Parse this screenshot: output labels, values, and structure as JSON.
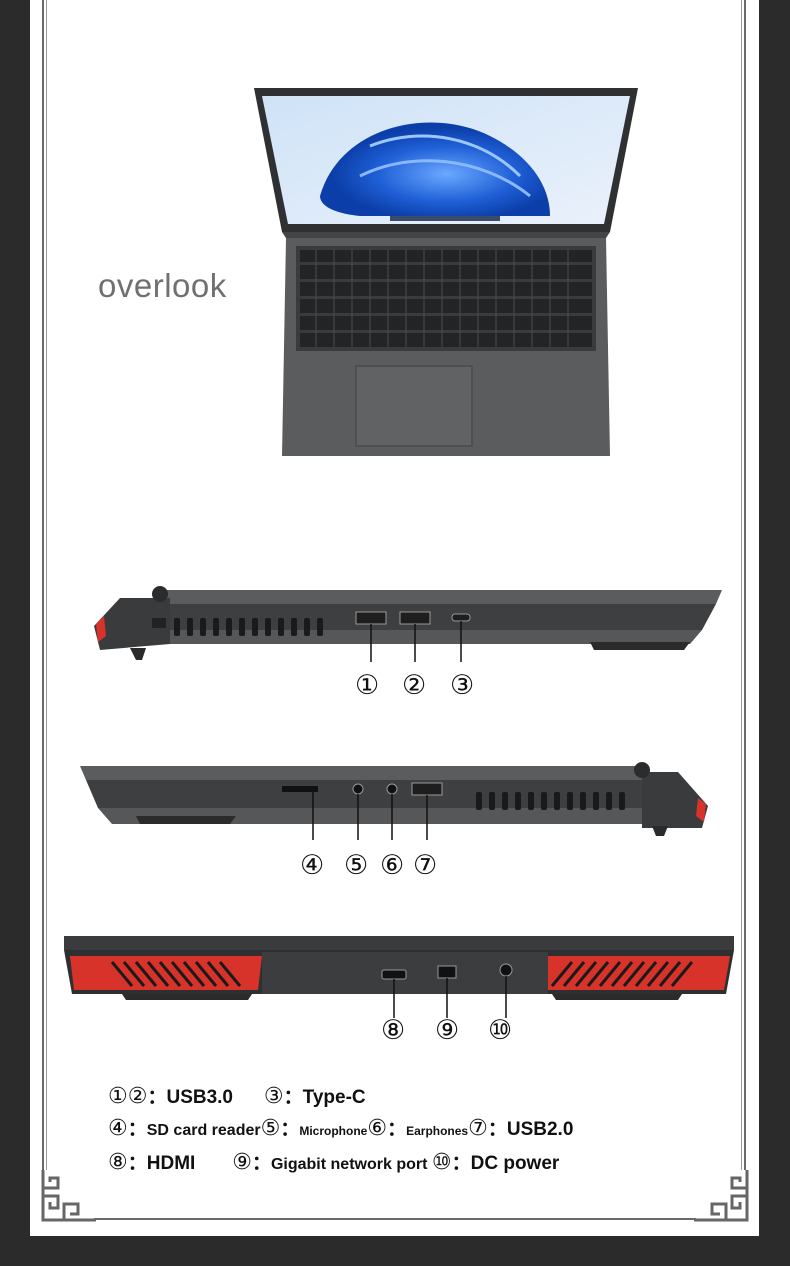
{
  "overview_label": "overlook",
  "callout_numbers": {
    "n1": "①",
    "n2": "②",
    "n3": "③",
    "n4": "④",
    "n5": "⑤",
    "n6": "⑥",
    "n7": "⑦",
    "n8": "⑧",
    "n9": "⑨",
    "n10": "⑩"
  },
  "legend": {
    "row1": {
      "nums": "①②",
      "sep1": "：",
      "usb30": "USB3.0",
      "num3": "③",
      "sep3": "：",
      "typec": "Type-C"
    },
    "row2": {
      "num4": "④",
      "sep4": "：",
      "sd": "SD card reader",
      "num5": "⑤",
      "sep5": "：",
      "mic": "Microphone",
      "num6": "⑥",
      "sep6": "：",
      "ear": "Earphones",
      "num7": "⑦",
      "sep7": "：",
      "usb20": "USB2.0"
    },
    "row3": {
      "num8": "⑧",
      "sep8": "：",
      "hdmi": "HDMI",
      "num9": "⑨",
      "sep9": "：",
      "lan": "Gigabit network port",
      "num10": "⑩",
      "sep10": "：",
      "dc": "DC power"
    }
  },
  "colors": {
    "vent_red": "#d8332b",
    "chassis": "#555759",
    "screen_blue": "#1f5fd6"
  }
}
